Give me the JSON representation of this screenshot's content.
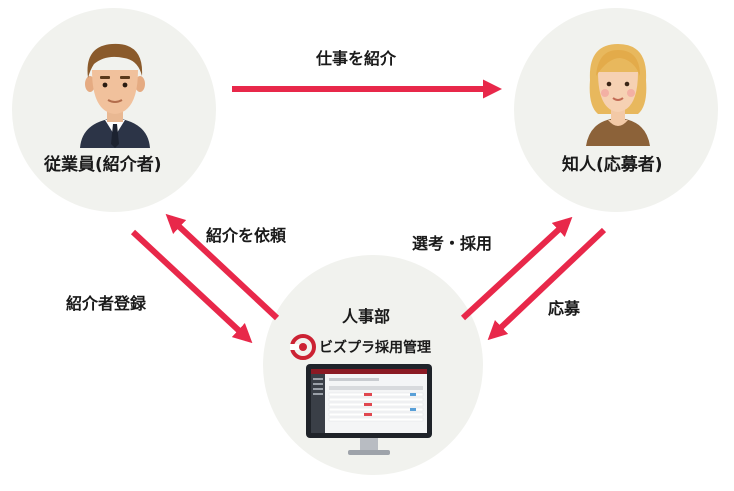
{
  "nodes": {
    "employee": {
      "label": "従業員(紹介者)"
    },
    "friend": {
      "label": "知人(応募者)"
    },
    "hr": {
      "label": "人事部",
      "product_name": "ビズプラ採用管理"
    }
  },
  "edges": {
    "introduce_job": {
      "label": "仕事を紹介"
    },
    "request_referral": {
      "label": "紹介を依頼"
    },
    "register_referrer": {
      "label": "紹介者登録"
    },
    "selection_hiring": {
      "label": "選考・採用"
    },
    "apply": {
      "label": "応募"
    }
  },
  "colors": {
    "arrow": "#e8284a",
    "circle": "#f1f2ee",
    "logo_red": "#cc2233"
  }
}
